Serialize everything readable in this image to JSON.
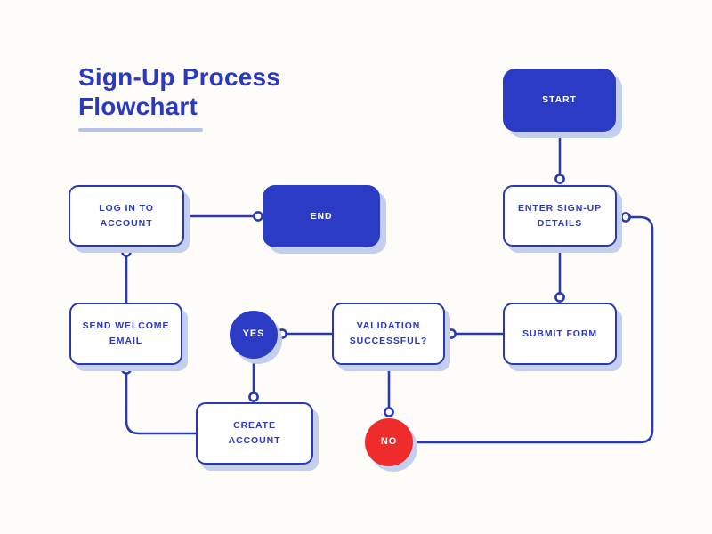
{
  "title": {
    "full": "Sign-Up Process Flowchart",
    "line1": "Sign-Up Process",
    "line2": "Flowchart"
  },
  "nodes": {
    "start": {
      "label": "START",
      "type": "terminal"
    },
    "enter_details": {
      "label": "ENTER SIGN-UP\nDETAILS",
      "type": "process"
    },
    "submit_form": {
      "label": "SUBMIT FORM",
      "type": "process"
    },
    "validation": {
      "label": "VALIDATION\nSUCCESSFUL?",
      "type": "decision"
    },
    "yes": {
      "label": "YES",
      "type": "branch"
    },
    "no": {
      "label": "NO",
      "type": "branch"
    },
    "create_account": {
      "label": "CREATE\nACCOUNT",
      "type": "process"
    },
    "send_email": {
      "label": "SEND WELCOME\nEMAIL",
      "type": "process"
    },
    "log_in": {
      "label": "LOG IN TO\nACCOUNT",
      "type": "process"
    },
    "end": {
      "label": "END",
      "type": "terminal"
    }
  },
  "edges": [
    {
      "from": "start",
      "to": "enter_details"
    },
    {
      "from": "enter_details",
      "to": "submit_form"
    },
    {
      "from": "submit_form",
      "to": "validation"
    },
    {
      "from": "validation",
      "to": "yes"
    },
    {
      "from": "validation",
      "to": "no"
    },
    {
      "from": "yes",
      "to": "create_account"
    },
    {
      "from": "create_account",
      "to": "send_email"
    },
    {
      "from": "send_email",
      "to": "log_in"
    },
    {
      "from": "log_in",
      "to": "end"
    },
    {
      "from": "no",
      "to": "enter_details"
    }
  ],
  "colors": {
    "primary_blue": "#2b3bc4",
    "line_blue": "#2a39b2",
    "accent_red": "#ee2c2c",
    "shadow_periwinkle": "#c4cfee",
    "underline": "#b7c3e4",
    "background": "#fdfcf8"
  }
}
